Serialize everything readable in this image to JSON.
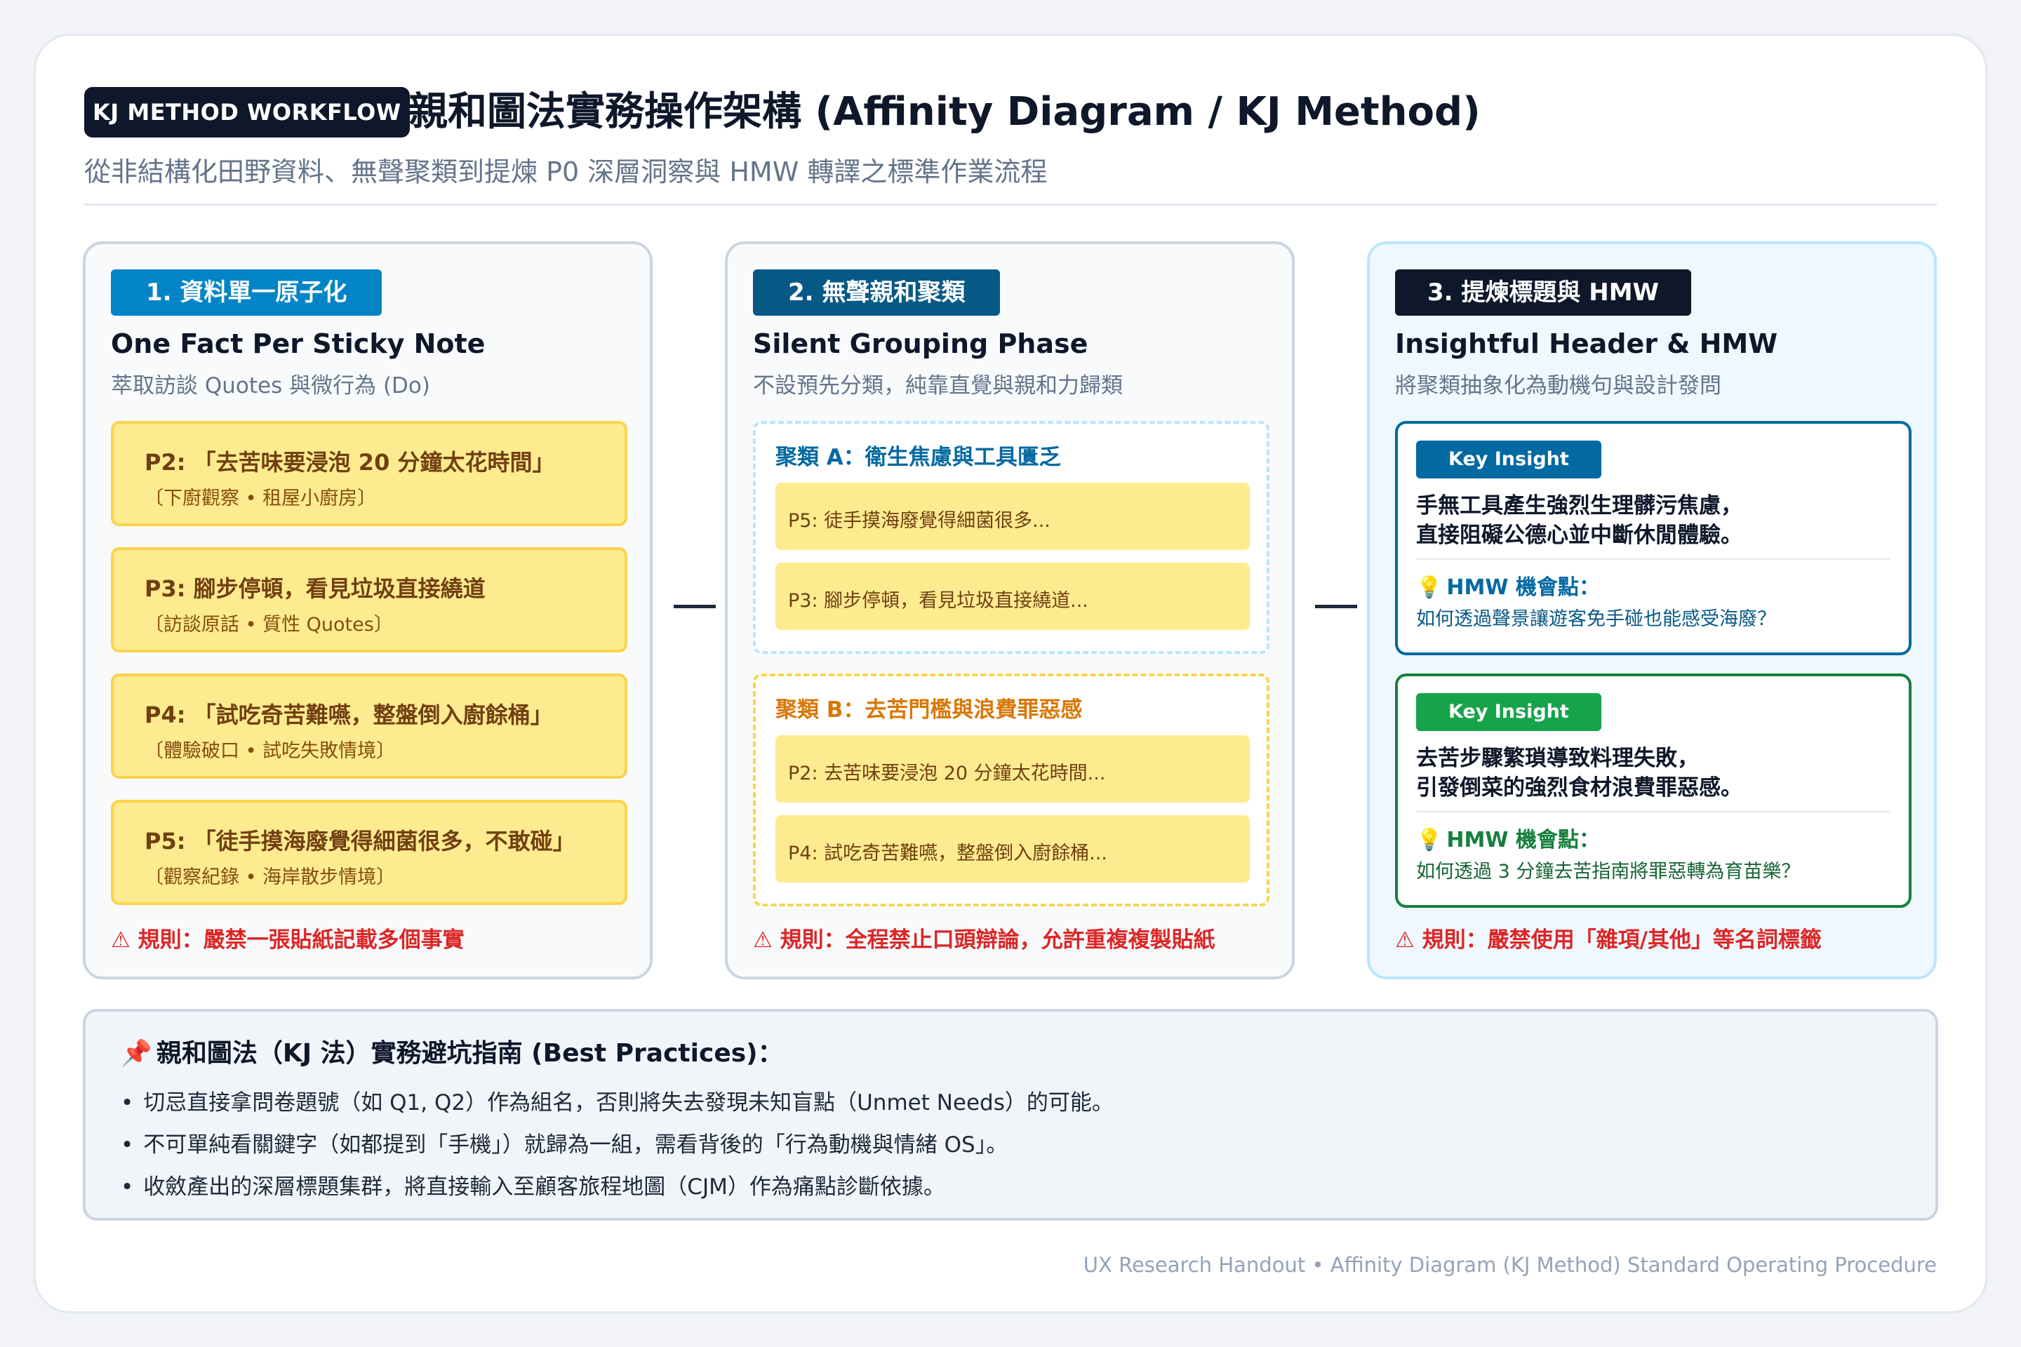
{
  "header": {
    "badge": "KJ METHOD WORKFLOW",
    "title": "親和圖法實務操作架構 (Affinity Diagram / KJ Method)",
    "subtitle": "從非結構化田野資料、無聲聚類到提煉 P0 深層洞察與 HMW 轉譯之標準作業流程"
  },
  "columns": [
    {
      "step": "1. 資料單一原子化",
      "title": "One Fact Per Sticky Note",
      "subtitle": "萃取訪談 Quotes 與微行為 (Do)",
      "notes": [
        {
          "main": "P2: 「去苦味要浸泡 20 分鐘太花時間」",
          "sub": "〔下廚觀察 • 租屋小廚房〕"
        },
        {
          "main": "P3: 腳步停頓，看見垃圾直接繞道",
          "sub": "〔訪談原話 • 質性 Quotes〕"
        },
        {
          "main": "P4: 「試吃奇苦難嚥，整盤倒入廚餘桶」",
          "sub": "〔體驗破口 • 試吃失敗情境〕"
        },
        {
          "main": "P5: 「徒手摸海廢覺得細菌很多，不敢碰」",
          "sub": "〔觀察紀錄 • 海岸散步情境〕"
        }
      ],
      "rule": "規則：嚴禁一張貼紙記載多個事實"
    },
    {
      "step": "2. 無聲親和聚類",
      "title": "Silent Grouping Phase",
      "subtitle": "不設預先分類，純靠直覺與親和力歸類",
      "clusters": [
        {
          "title": "聚類 A：衛生焦慮與工具匱乏",
          "items": [
            "P5: 徒手摸海廢覺得細菌很多...",
            "P3: 腳步停頓，看見垃圾直接繞道..."
          ]
        },
        {
          "title": "聚類 B：去苦門檻與浪費罪惡感",
          "items": [
            "P2: 去苦味要浸泡 20 分鐘太花時間...",
            "P4: 試吃奇苦難嚥，整盤倒入廚餘桶..."
          ]
        }
      ],
      "rule": "規則：全程禁止口頭辯論，允許重複複製貼紙"
    },
    {
      "step": "3. 提煉標題與 HMW",
      "title": "Insightful Header & HMW",
      "subtitle": "將聚類抽象化為動機句與設計發問",
      "insights": [
        {
          "pill": "Key Insight",
          "line1": "手無工具產生強烈生理髒污焦慮，",
          "line2": "直接阻礙公德心並中斷休閒體驗。",
          "hmw_label": "HMW 機會點：",
          "hmw": "如何透過聲景讓遊客免手碰也能感受海廢？"
        },
        {
          "pill": "Key Insight",
          "line1": "去苦步驟繁瑣導致料理失敗，",
          "line2": "引發倒菜的強烈食材浪費罪惡感。",
          "hmw_label": "HMW 機會點：",
          "hmw": "如何透過 3 分鐘去苦指南將罪惡轉為育苗樂？"
        }
      ],
      "rule": "規則：嚴禁使用「雜項/其他」等名詞標籤"
    }
  ],
  "best_practices": {
    "title": "親和圖法（KJ 法）實務避坑指南 (Best Practices)：",
    "items": [
      "切忌直接拿問卷題號（如 Q1, Q2）作為組名，否則將失去發現未知盲點（Unmet Needs）的可能。",
      "不可單純看關鍵字（如都提到「手機」）就歸為一組，需看背後的「行為動機與情緒 OS」。",
      "收斂產出的深層標題集群，將直接輸入至顧客旅程地圖（CJM）作為痛點診斷依據。"
    ]
  },
  "footer": "UX Research Handout • Affinity Diagram (KJ Method) Standard Operating Procedure",
  "icons": {
    "warning": "warning-icon",
    "bulb": "lightbulb-icon",
    "pin": "pushpin-icon"
  },
  "colors": {
    "accent_blue": "#0284c7",
    "navy": "#0f172a",
    "sticky": "#fdeb8f",
    "rule_red": "#dc2626",
    "green": "#16a34a"
  }
}
